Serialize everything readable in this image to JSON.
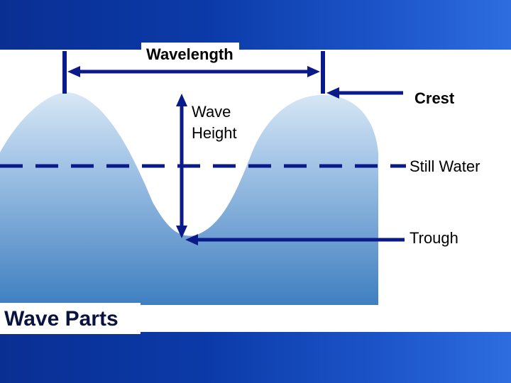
{
  "slide": {
    "title": "Wave Parts",
    "colors": {
      "band_blue": "#0b3aa8",
      "arrow_navy": "#0b1a8a",
      "water_light": "#a9c8e8",
      "water_dark": "#3f7fc0"
    }
  },
  "labels": {
    "wavelength": "Wavelength",
    "wave_height": "Wave Height",
    "crest": "Crest",
    "still_water": "Still Water",
    "trough": "Trough"
  }
}
